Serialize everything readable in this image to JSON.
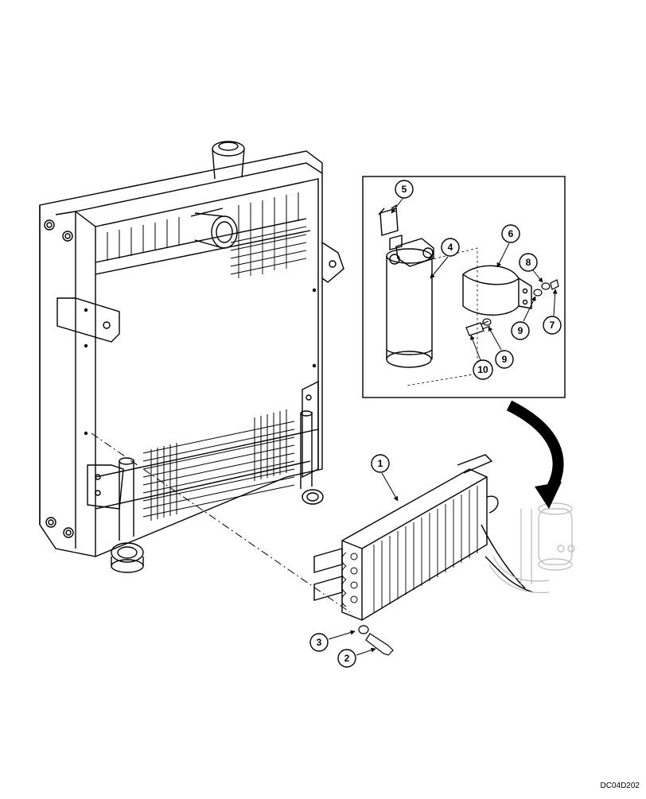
{
  "diagram": {
    "drawing_code": "DC04D202",
    "callouts": [
      {
        "id": "c1",
        "label": "1"
      },
      {
        "id": "c2",
        "label": "2"
      },
      {
        "id": "c3",
        "label": "3"
      },
      {
        "id": "c4",
        "label": "4"
      },
      {
        "id": "c5",
        "label": "5"
      },
      {
        "id": "c6",
        "label": "6"
      },
      {
        "id": "c7",
        "label": "7"
      },
      {
        "id": "c8",
        "label": "8"
      },
      {
        "id": "c9a",
        "label": "9"
      },
      {
        "id": "c9b",
        "label": "9"
      },
      {
        "id": "c10",
        "label": "10"
      }
    ]
  }
}
